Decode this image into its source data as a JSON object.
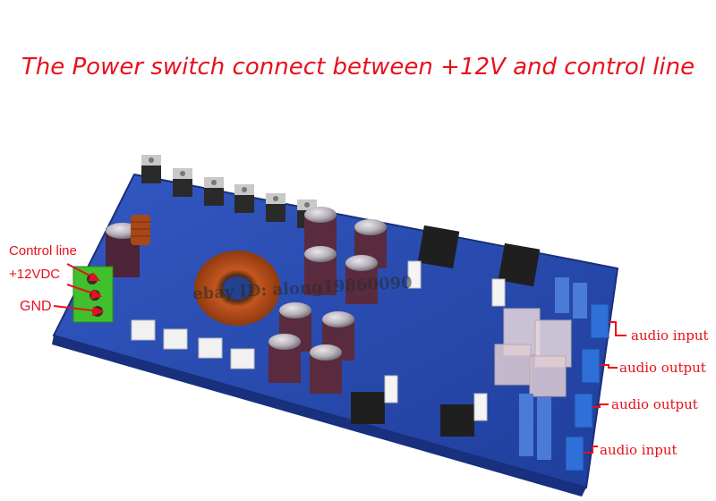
{
  "title": "The Power switch connect between +12V and control line",
  "left_labels": {
    "control": "Control line",
    "v12": "+12VDC",
    "gnd": "GND"
  },
  "right_labels": {
    "in1": "audio input",
    "out1": "audio output",
    "out2": "audio output",
    "in2": "audio input"
  },
  "watermark": "ebay ID: along19860090",
  "colors": {
    "label": "#e8101c",
    "board": "#2a4fb6",
    "terminal": "#3fb82a"
  }
}
